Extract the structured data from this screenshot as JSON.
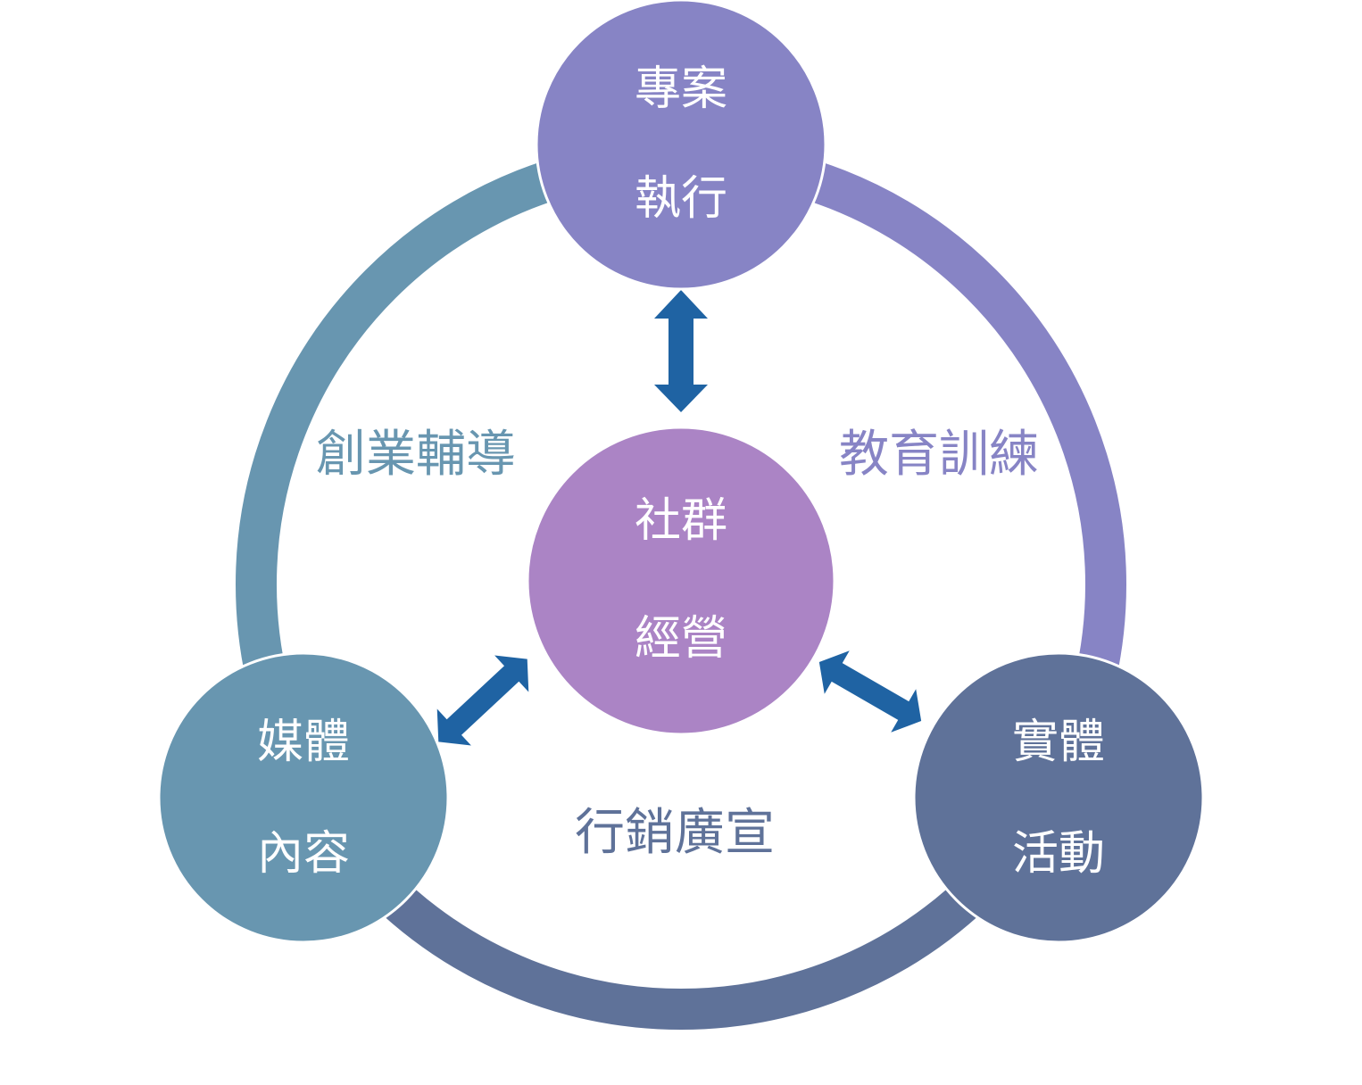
{
  "colors": {
    "top_node": "#8784c5",
    "center_node": "#ab84c5",
    "left_node": "#6896b0",
    "right_node": "#5f7299",
    "arrow": "#1f63a3",
    "arc_left": "#6896b0",
    "arc_right": "#8784c5",
    "arc_bottom": "#5f7299"
  },
  "nodes": {
    "top": {
      "line1": "專案",
      "line2": "執行"
    },
    "center": {
      "line1": "社群",
      "line2": "經營"
    },
    "left": {
      "line1": "媒體",
      "line2": "內容"
    },
    "right": {
      "line1": "實體",
      "line2": "活動"
    }
  },
  "arc_labels": {
    "left": "創業輔導",
    "right": "教育訓練",
    "bottom": "行銷廣宣"
  }
}
